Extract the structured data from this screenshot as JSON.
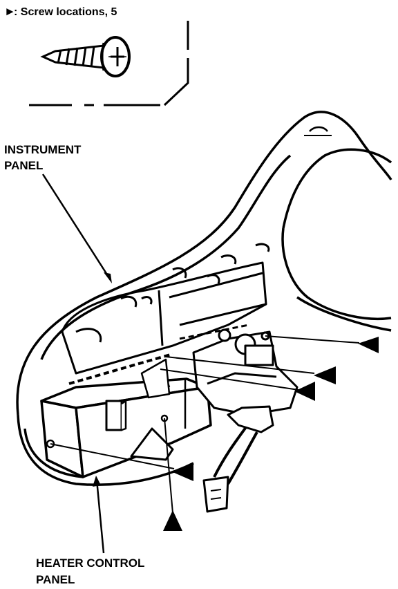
{
  "legend": {
    "marker_symbol": "►",
    "text": ": Screw locations, 5"
  },
  "labels": {
    "instrument_panel_line1": "INSTRUMENT",
    "instrument_panel_line2": "PANEL",
    "heater_control_line1": "HEATER CONTROL",
    "heater_control_line2": "PANEL"
  },
  "colors": {
    "ink": "#000000",
    "paper": "#ffffff"
  }
}
